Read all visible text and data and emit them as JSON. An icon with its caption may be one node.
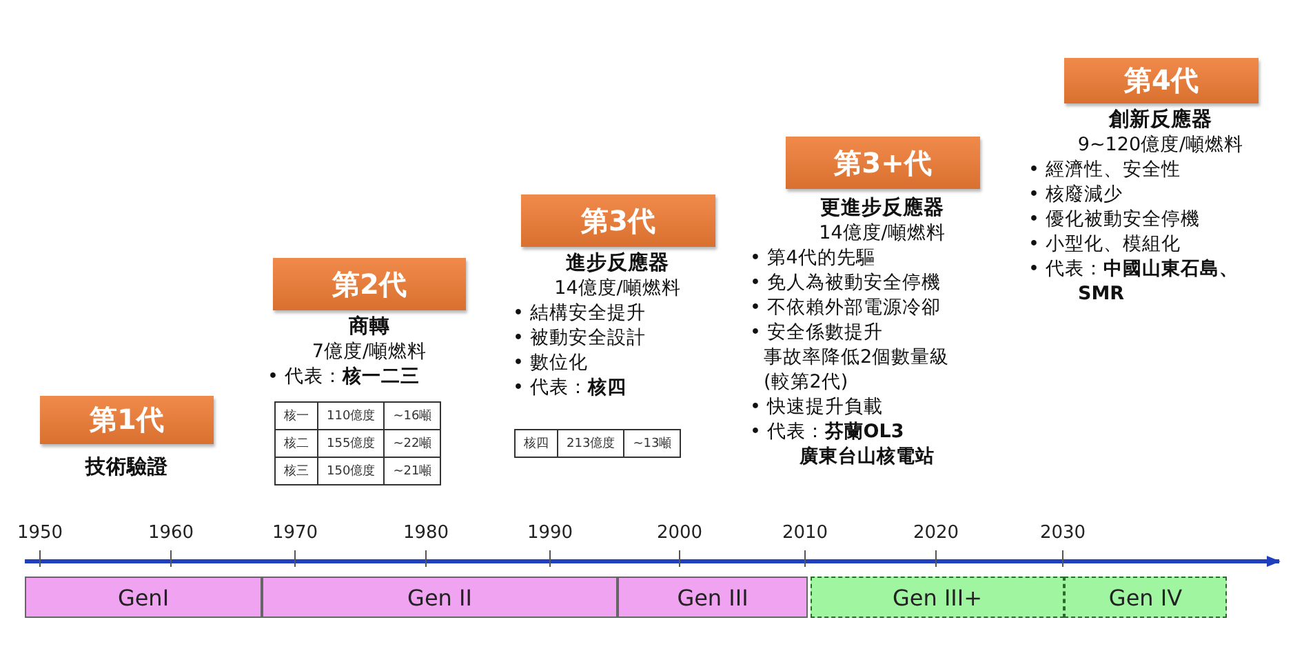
{
  "diagram": {
    "nodes": [
      {
        "text": [
          "第1代"
        ],
        "beside": [
          "技術驗證"
        ]
      },
      {
        "text": [
          "第2代"
        ],
        "beside": [
          "商轉",
          "7億度/噸燃料",
          "• 代表：**核一二三**"
        ]
      },
      {
        "text": [
          "第3代"
        ],
        "beside": [
          "進步反應器",
          "14億度/噸燃料",
          "• 結構安全提升",
          "• 被動安全設計",
          "• 數位化",
          "• 代表：**核四**"
        ]
      },
      {
        "text": [
          "第3+代"
        ],
        "beside": [
          "更進步反應器",
          "14億度/噸燃料",
          "• 第4代的先驅",
          "• 免人為被動安全停機",
          "• 不依賴外部電源冷卻",
          "• 安全係數提升",
          "事故率降低2個數量級",
          "(較第2代)",
          "• 快速提升負載",
          "• 代表：**芬蘭OL3**",
          "**廣東台山核電站**"
        ]
      },
      {
        "text": [
          "第4代"
        ],
        "beside": [
          "創新反應器",
          "9~120億度/噸燃料",
          "• 經濟性、安全性",
          "• 核廢減少",
          "• 優化被動安全停機",
          "• 小型化、模組化",
          "• 代表：**中國山東石島、**",
          "**SMR**"
        ]
      },
      {
        "text": [
          "GenI"
        ]
      },
      {
        "text": [
          "Gen II"
        ]
      },
      {
        "text": [
          "Gen III"
        ]
      },
      {
        "text": [
          "Gen III+"
        ]
      },
      {
        "text": [
          "Gen IV"
        ]
      }
    ],
    "edges": [],
    "labels": [
      "核一",
      "110億度",
      "~16噸",
      "核二",
      "155億度",
      "~22噸",
      "核三",
      "150億度",
      "~21噸",
      "核四",
      "213億度",
      "~13噸",
      "1950",
      "1960",
      "1970",
      "1980",
      "1990",
      "2000",
      "2010",
      "2020",
      "2030"
    ]
  }
}
